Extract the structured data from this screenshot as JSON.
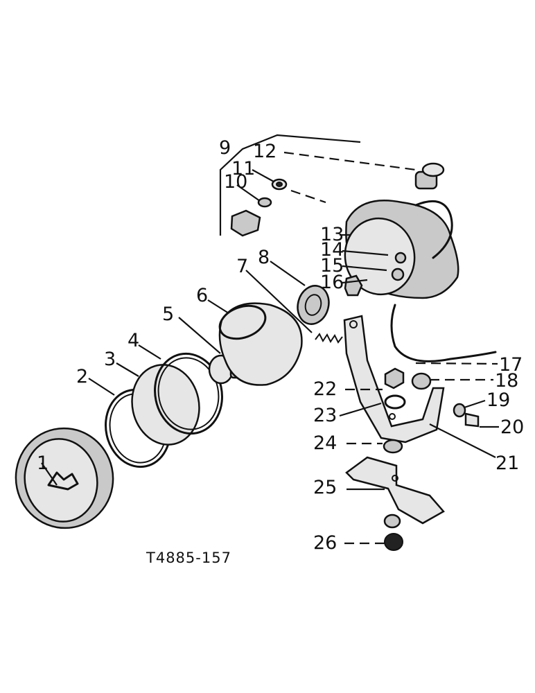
{
  "drawing_ref": "T4885-157",
  "callouts": [
    "1",
    "2",
    "3",
    "4",
    "5",
    "6",
    "7",
    "8",
    "9",
    "10",
    "11",
    "12",
    "13",
    "14",
    "15",
    "16",
    "17",
    "18",
    "19",
    "20",
    "21",
    "22",
    "23",
    "24",
    "25",
    "26"
  ]
}
